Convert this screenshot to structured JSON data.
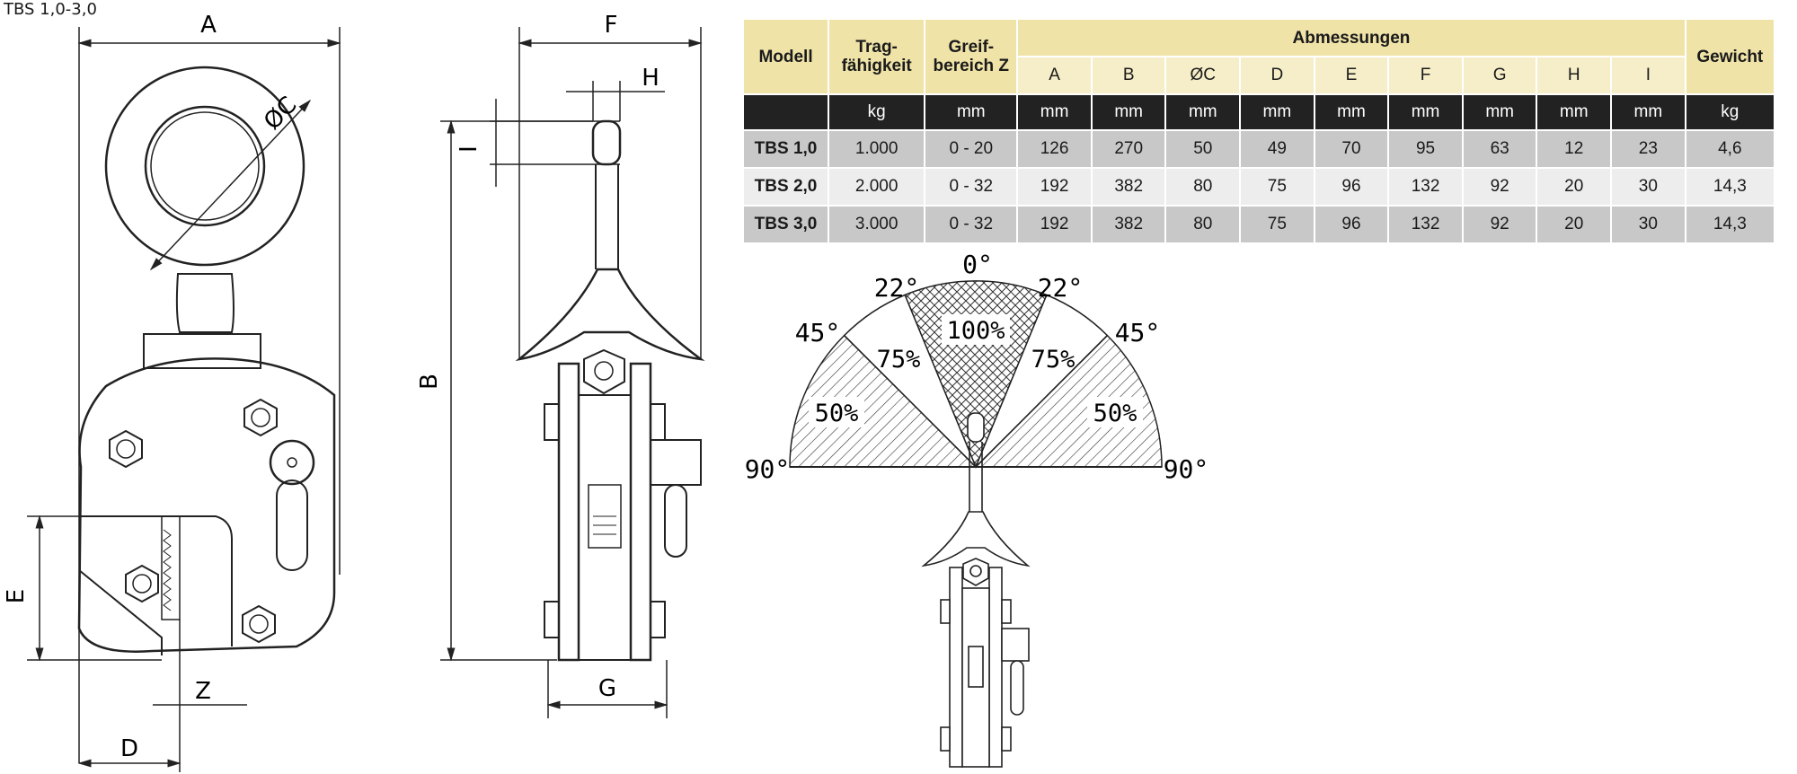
{
  "title": "TBS 1,0-3,0",
  "drawing": {
    "front_labels": {
      "A": "A",
      "C": "ØC",
      "E": "E",
      "Z": "Z",
      "D": "D"
    },
    "side_labels": {
      "F": "F",
      "H": "H",
      "I": "I",
      "B": "B",
      "G": "G"
    }
  },
  "table": {
    "headers": {
      "modell": "Modell",
      "trag_line1": "Trag-",
      "trag_line2": "fähigkeit",
      "greif_line1": "Greif-",
      "greif_line2": "bereich Z",
      "abmessungen": "Abmessungen",
      "gewicht": "Gewicht"
    },
    "dim_columns": [
      "A",
      "B",
      "ØC",
      "D",
      "E",
      "F",
      "G",
      "H",
      "I"
    ],
    "units": [
      "",
      "kg",
      "mm",
      "mm",
      "mm",
      "mm",
      "mm",
      "mm",
      "mm",
      "mm",
      "mm",
      "mm",
      "kg"
    ],
    "rows": [
      [
        "TBS 1,0",
        "1.000",
        "0 - 20",
        "126",
        "270",
        "50",
        "49",
        "70",
        "95",
        "63",
        "12",
        "23",
        "4,6"
      ],
      [
        "TBS 2,0",
        "2.000",
        "0 - 32",
        "192",
        "382",
        "80",
        "75",
        "96",
        "132",
        "92",
        "20",
        "30",
        "14,3"
      ],
      [
        "TBS 3,0",
        "3.000",
        "0 - 32",
        "192",
        "382",
        "80",
        "75",
        "96",
        "132",
        "92",
        "20",
        "30",
        "14,3"
      ]
    ]
  },
  "load_diagram": {
    "angles": {
      "center": "0°",
      "inner_left": "22°",
      "inner_right": "22°",
      "mid_left": "45°",
      "mid_right": "45°",
      "outer_left": "90°",
      "outer_right": "90°"
    },
    "capacities": {
      "center": "100%",
      "inner_left": "75%",
      "inner_right": "75%",
      "outer_left": "50%",
      "outer_right": "50%"
    }
  }
}
